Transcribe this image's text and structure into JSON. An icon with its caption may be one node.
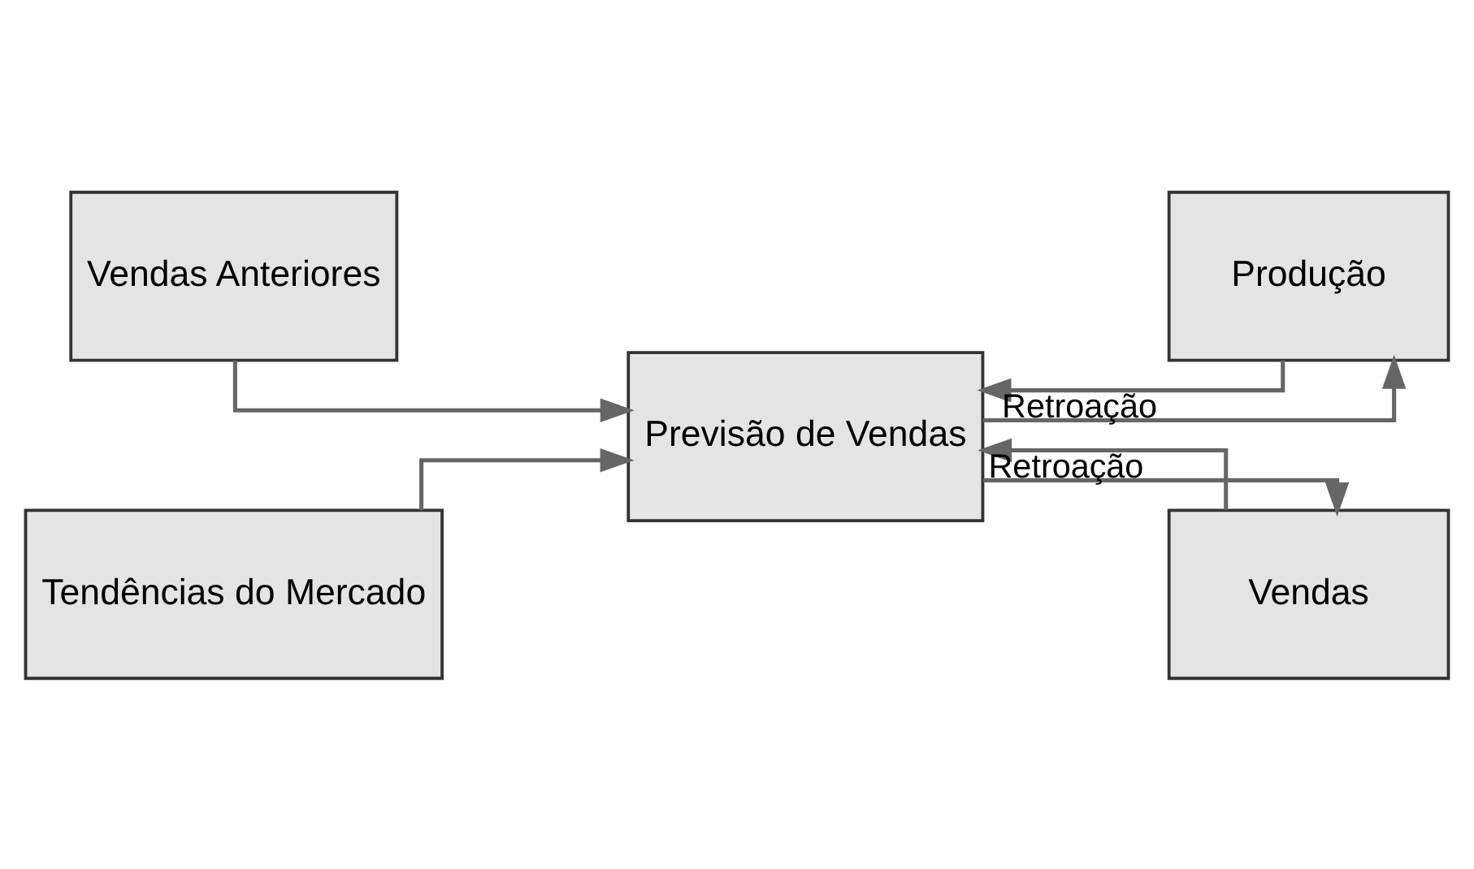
{
  "diagram": {
    "nodes": [
      {
        "text": [
          "Vendas Anteriores"
        ]
      },
      {
        "text": [
          "Tendências do Mercado"
        ]
      },
      {
        "text": [
          "Previsão de Vendas"
        ]
      },
      {
        "text": [
          "Produção"
        ]
      },
      {
        "text": [
          "Vendas"
        ]
      }
    ],
    "edges": [
      {
        "from": 0,
        "to": 2,
        "arrow": "to"
      },
      {
        "from": 1,
        "to": 2,
        "arrow": "to"
      },
      {
        "from": 2,
        "to": 3,
        "arrow": "to"
      },
      {
        "from": 2,
        "to": 4,
        "arrow": "to"
      },
      {
        "from": 3,
        "to": 2,
        "arrow": "to",
        "label": "Retroação"
      },
      {
        "from": 4,
        "to": 2,
        "arrow": "to",
        "label": "Retroação"
      }
    ]
  }
}
